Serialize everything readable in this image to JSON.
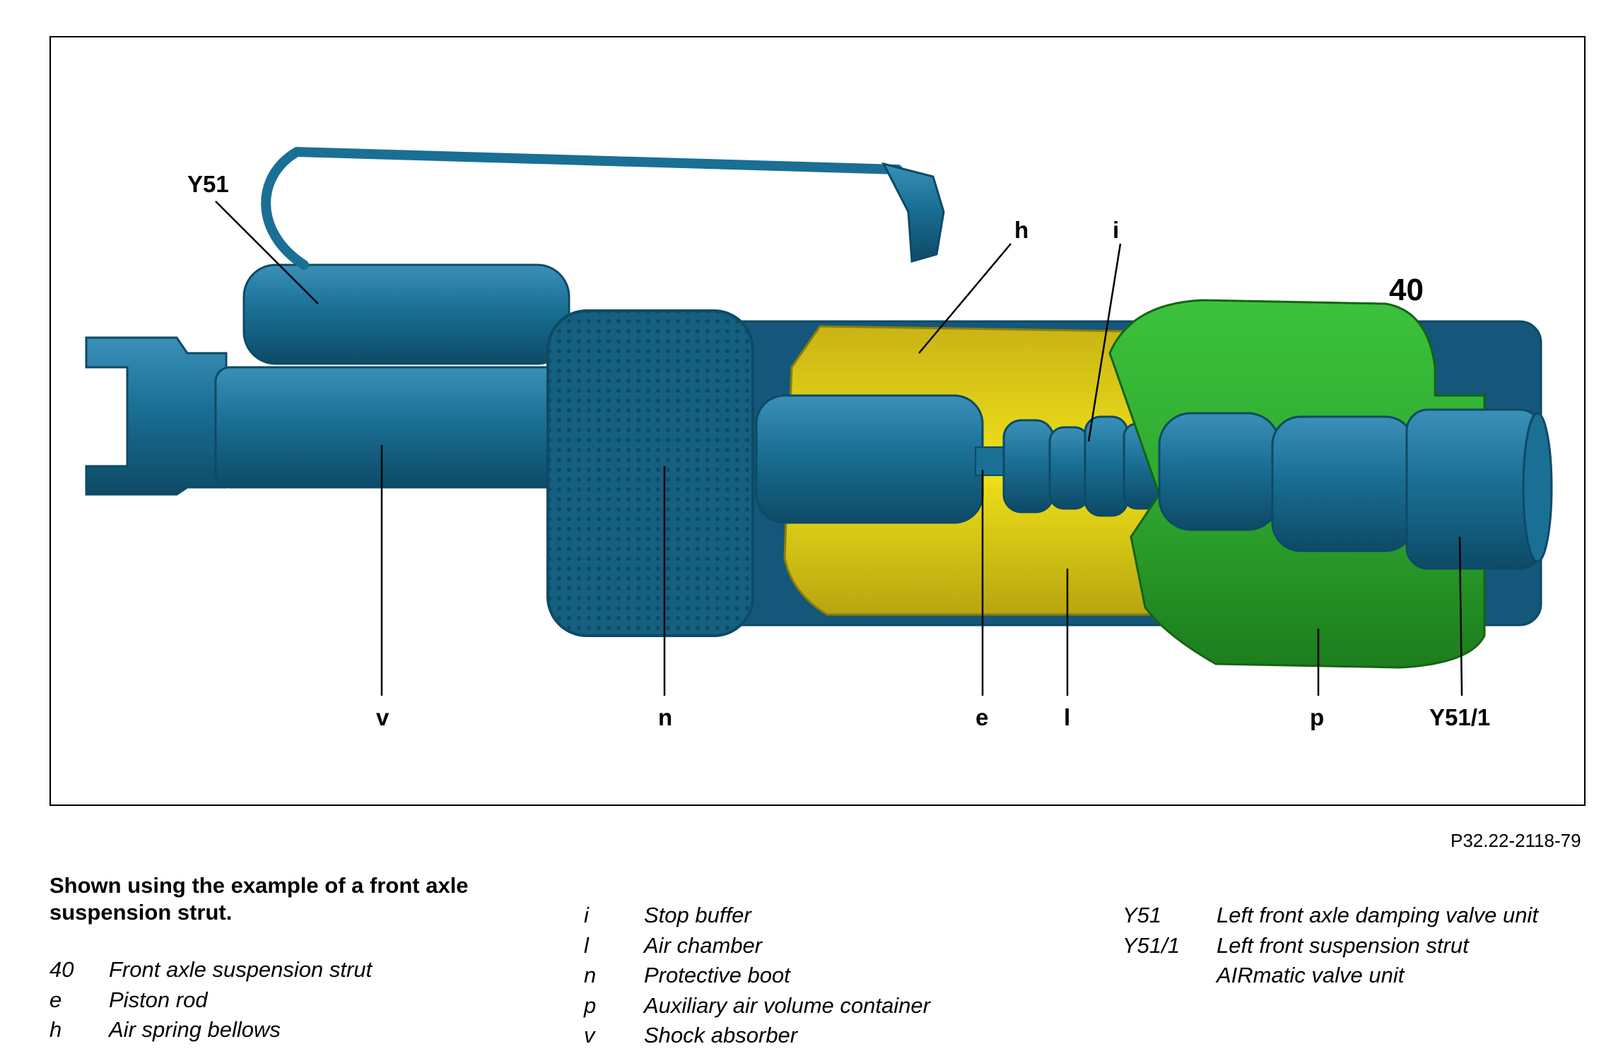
{
  "figure": {
    "reference_code": "P32.22-2118-79",
    "callouts": {
      "Y51": "Y51",
      "h": "h",
      "i": "i",
      "40": "40",
      "v": "v",
      "n": "n",
      "e": "e",
      "l": "l",
      "p": "p",
      "Y51_1": "Y51/1"
    },
    "colors": {
      "body_blue": "#1a6f95",
      "dark_blue": "#0d4a66",
      "light_blue": "#3a90b8",
      "bellows_yellow": "#f0e21a",
      "dark_yellow": "#b8a510",
      "container_green": "#2faa2f",
      "dark_green": "#1c7d1c"
    }
  },
  "caption": "Shown using the example of a front axle suspension strut.",
  "legend": {
    "col1": [
      {
        "key": "40",
        "text": "Front axle suspension strut"
      },
      {
        "key": "e",
        "text": "Piston rod"
      },
      {
        "key": "h",
        "text": "Air spring bellows"
      }
    ],
    "col2": [
      {
        "key": "i",
        "text": "Stop buffer"
      },
      {
        "key": "l",
        "text": "Air chamber"
      },
      {
        "key": "n",
        "text": "Protective boot"
      },
      {
        "key": "p",
        "text": "Auxiliary air volume container"
      },
      {
        "key": "v",
        "text": "Shock absorber"
      }
    ],
    "col3": [
      {
        "key": "Y51",
        "text": "Left front axle damping valve unit"
      },
      {
        "key": "Y51/1",
        "text": "Left front suspension strut\nAIRmatic valve unit"
      }
    ]
  }
}
